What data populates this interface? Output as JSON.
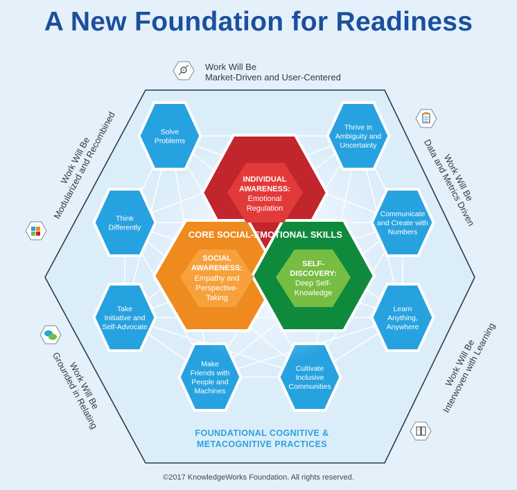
{
  "title": "A New Foundation for Readiness",
  "outer_labels": {
    "top": [
      "Work Will Be",
      "Market-Driven and User-Centered"
    ],
    "top_right": [
      "Work Will Be",
      "Data and Metrics Driven"
    ],
    "bottom_right": [
      "Work Will Be",
      "Interwoven with Learning"
    ],
    "bottom_left": [
      "Work Will Be",
      "Grounded in Relating"
    ],
    "top_left": [
      "Work Will Be",
      "Modularized and Recombined"
    ]
  },
  "practices": [
    [
      "Solve",
      "Problems"
    ],
    [
      "Thrive in",
      "Ambiguity and",
      "Uncertainty"
    ],
    [
      "Think",
      "Differently"
    ],
    [
      "Communicate",
      "and Create with",
      "Numbers"
    ],
    [
      "Take",
      "Initiative and",
      "Self-Advocate"
    ],
    [
      "Learn",
      "Anything,",
      "Anywhere"
    ],
    [
      "Make",
      "Friends with",
      "People and",
      "Machines"
    ],
    [
      "Cultivate",
      "Inclusive",
      "Communities"
    ]
  ],
  "core": {
    "title": "CORE SOCIAL-EMOTIONAL SKILLS",
    "individual": {
      "heading": [
        "INDIVIDUAL",
        "AWARENESS:"
      ],
      "body": [
        "Emotional",
        "Regulation"
      ]
    },
    "social": {
      "heading": [
        "SOCIAL",
        "AWARENESS:"
      ],
      "body": [
        "Empathy and",
        "Perspective-",
        "Taking"
      ]
    },
    "self": {
      "heading": [
        "SELF-",
        "DISCOVERY:"
      ],
      "body": [
        "Deep Self-",
        "Knowledge"
      ]
    }
  },
  "foundational": [
    "FOUNDATIONAL COGNITIVE &",
    "METACOGNITIVE PRACTICES"
  ],
  "footer": "©2017 KnowledgeWorks Foundation. All rights reserved.",
  "colors": {
    "title": "#1c4f9c",
    "practice_hex": "#27a2e0",
    "individual": "#c1262c",
    "social": "#ef8a1e",
    "self": "#0f8a3c",
    "foundational": "#2aa3dc",
    "background": "#e4f1fb"
  },
  "icons": [
    "analytics-icon",
    "clipboard-icon",
    "document-icon",
    "chat-bubbles-icon",
    "puzzle-icon"
  ]
}
